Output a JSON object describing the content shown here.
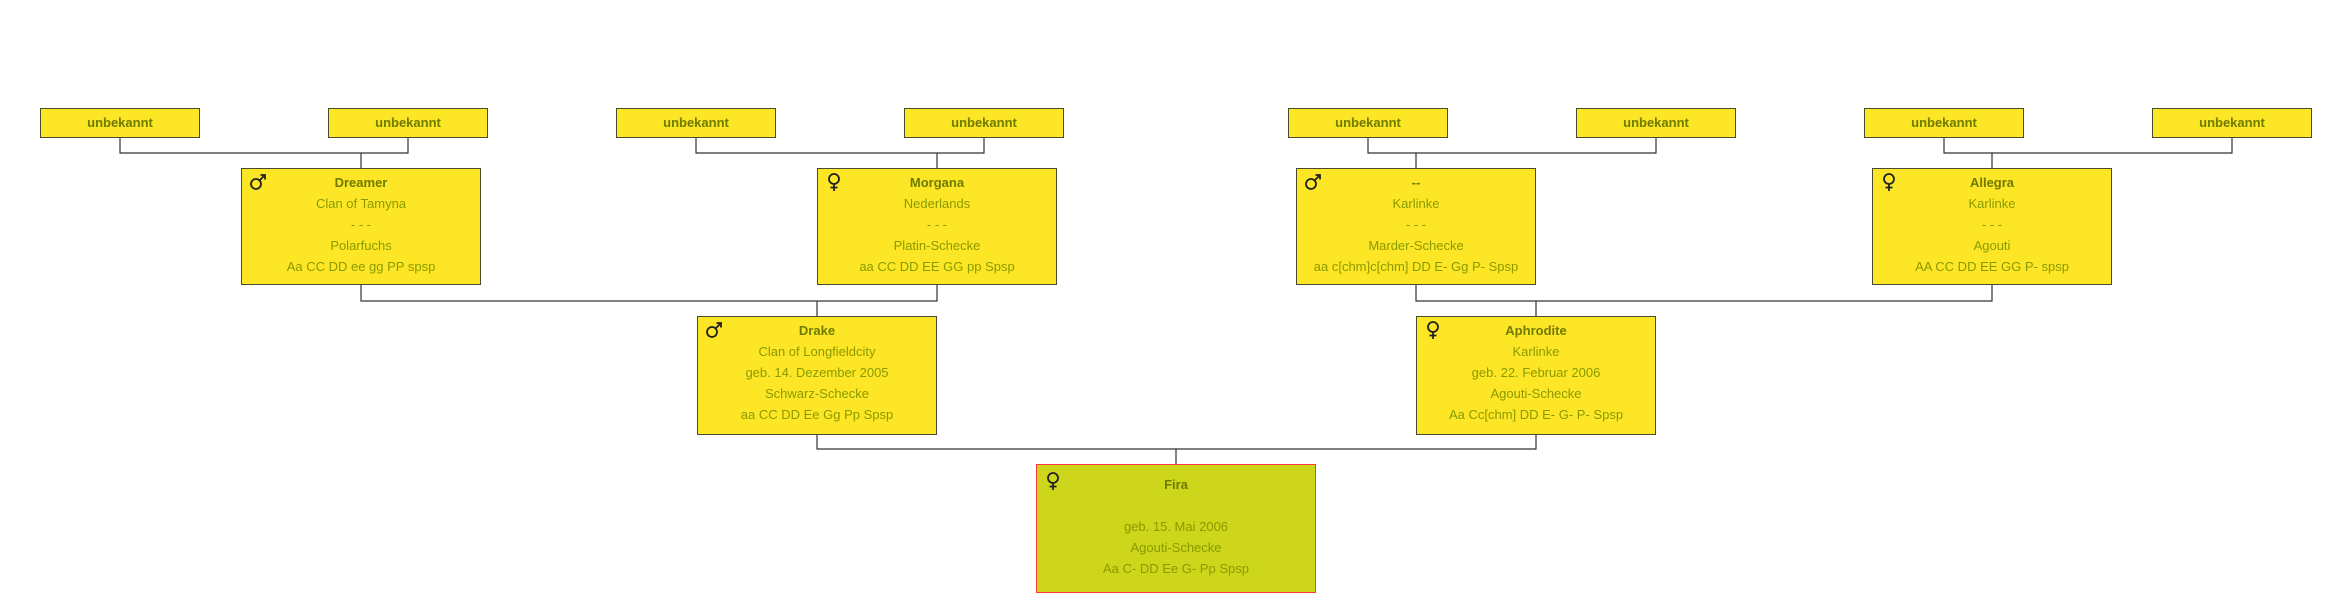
{
  "colors": {
    "box": "#fde625",
    "child_box": "#cdd61a",
    "child_border": "#ff3b3b",
    "text": "#8a9b00",
    "line": "#333333"
  },
  "grandparents": {
    "unknown_labels": [
      "unbekannt",
      "unbekannt",
      "unbekannt",
      "unbekannt",
      "unbekannt",
      "unbekannt",
      "unbekannt",
      "unbekannt"
    ],
    "dreamer": {
      "sex": "male",
      "name": "Dreamer",
      "line2": "Clan of Tamyna",
      "line3": "- - -",
      "color": "Polarfuchs",
      "genes": "Aa CC DD ee gg PP spsp"
    },
    "morgana": {
      "sex": "female",
      "name": "Morgana",
      "line2": "Nederlands",
      "line3": "- - -",
      "color": "Platin-Schecke",
      "genes": "aa CC DD EE GG pp Spsp"
    },
    "unnamed": {
      "sex": "male",
      "name": "--",
      "line2": "Karlinke",
      "line3": "- - -",
      "color": "Marder-Schecke",
      "genes": "aa c[chm]c[chm] DD E- Gg P- Spsp"
    },
    "allegra": {
      "sex": "female",
      "name": "Allegra",
      "line2": "Karlinke",
      "line3": "- - -",
      "color": "Agouti",
      "genes": "AA CC DD EE GG P- spsp"
    }
  },
  "parents": {
    "drake": {
      "sex": "male",
      "name": "Drake",
      "line2": "Clan of Longfieldcity",
      "line3": "geb. 14. Dezember 2005",
      "color": "Schwarz-Schecke",
      "genes": "aa CC DD Ee Gg Pp Spsp"
    },
    "aphrodite": {
      "sex": "female",
      "name": "Aphrodite",
      "line2": "Karlinke",
      "line3": "geb. 22. Februar 2006",
      "color": "Agouti-Schecke",
      "genes": "Aa Cc[chm] DD E- G- P- Spsp"
    }
  },
  "child": {
    "sex": "female",
    "name": "Fira",
    "line2": "",
    "line3": "geb. 15. Mai 2006",
    "color": "Agouti-Schecke",
    "genes": "Aa C- DD Ee G- Pp Spsp"
  }
}
